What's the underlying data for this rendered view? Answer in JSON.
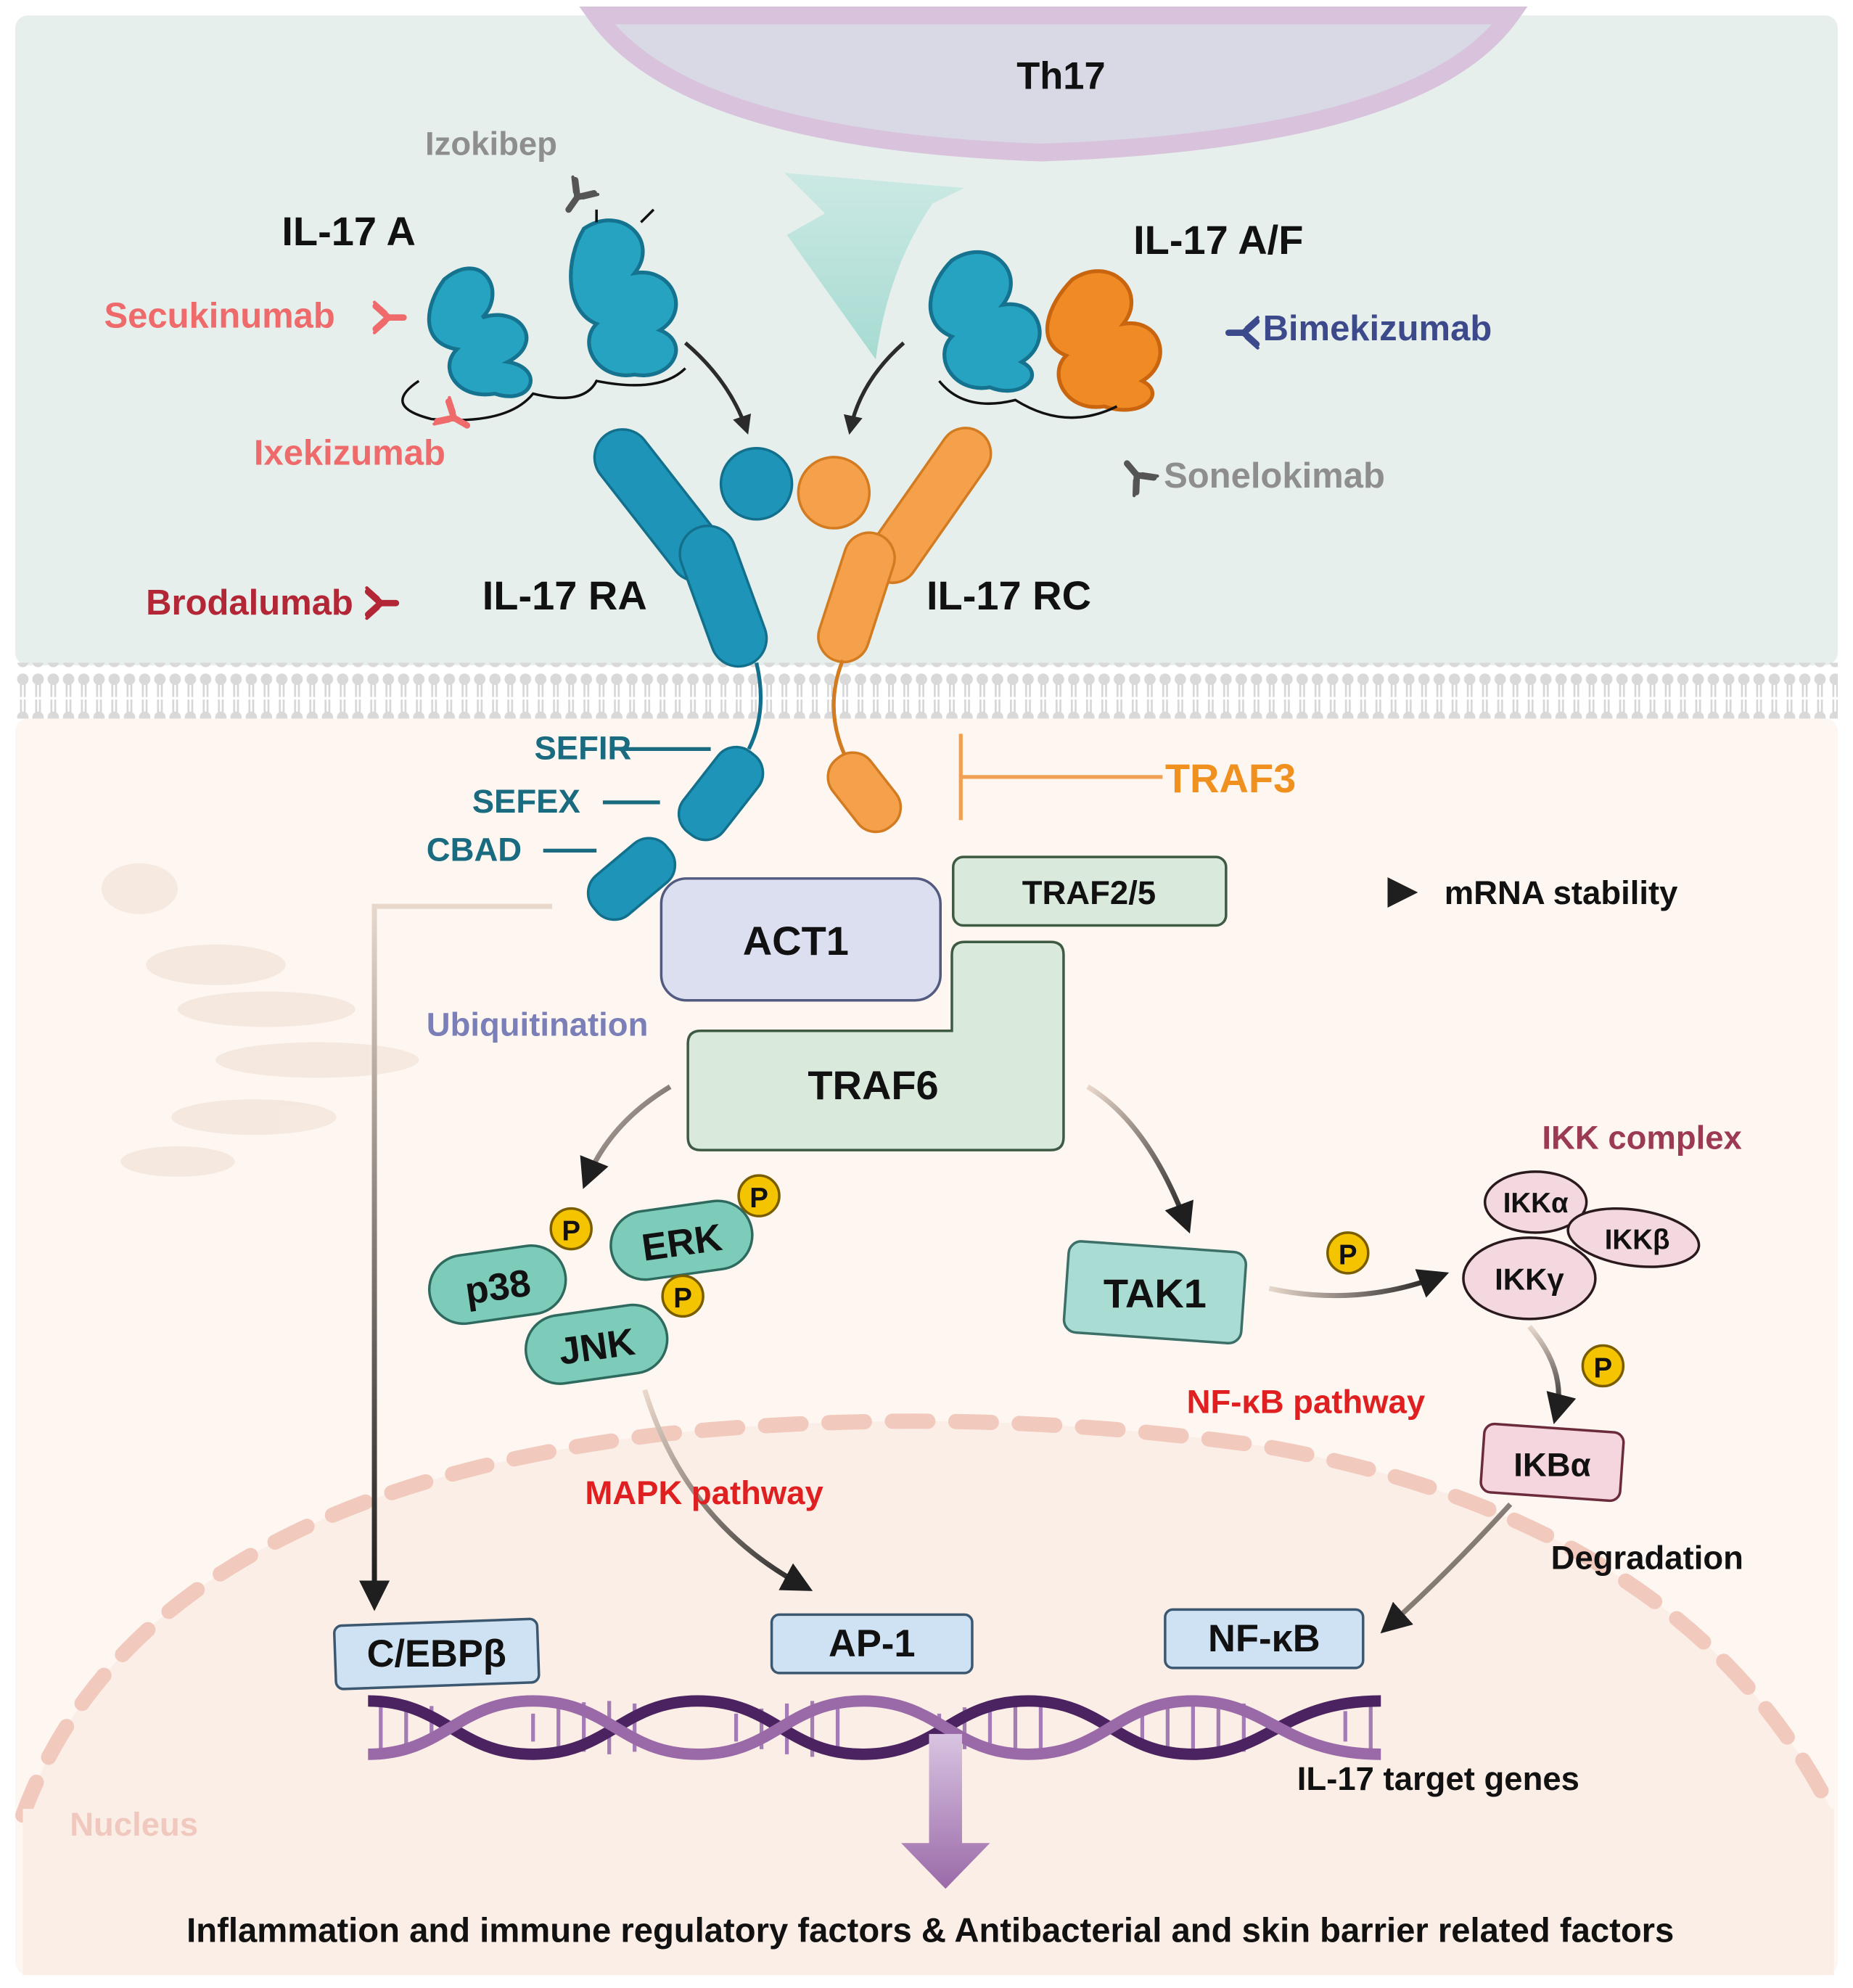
{
  "labels": {
    "th17": "Th17",
    "il17a": "IL-17 A",
    "il17af": "IL-17 A/F",
    "il17ra": "IL-17 RA",
    "il17rc": "IL-17 RC",
    "sefir": "SEFIR",
    "sefex": "SEFEX",
    "cbad": "CBAD",
    "traf3": "TRAF3",
    "traf25": "TRAF2/5",
    "mrna_stability": "mRNA stability",
    "act1": "ACT1",
    "ubiquitination": "Ubiquitination",
    "traf6": "TRAF6",
    "ikk_complex": "IKK complex",
    "ikka": "IKKα",
    "ikkb": "IKKβ",
    "ikkg": "IKKγ",
    "p38": "p38",
    "erk": "ERK",
    "jnk": "JNK",
    "tak1": "TAK1",
    "phospho": "P",
    "nfkb_pathway": "NF-κB pathway",
    "ikba": "IKBα",
    "degradation": "Degradation",
    "mapk_pathway": "MAPK pathway",
    "cebpb": "C/EBPβ",
    "ap1": "AP-1",
    "nfkb": "NF-κB",
    "target_genes": "IL-17 target genes",
    "nucleus": "Nucleus",
    "outcome": "Inflammation and immune regulatory factors & Antibacterial and skin barrier related factors"
  },
  "drugs": {
    "izokibep": "Izokibep",
    "secukinumab": "Secukinumab",
    "ixekizumab": "Ixekizumab",
    "brodalumab": "Brodalumab",
    "bimekizumab": "Bimekizumab",
    "sonelokimab": "Sonelokimab"
  },
  "colors": {
    "extracellular_bg": "#e6efec",
    "intracellular_bg": "#fdf6f1",
    "il17ra_teal": "#1e95b8",
    "il17rc_orange": "#f5a04a",
    "traf3_orange": "#f0901e",
    "drug_pink": "#ef6b6b",
    "drug_crimson": "#b32636",
    "drug_navy": "#3c4a8c",
    "drug_gray": "#8e8e8e",
    "pathway_red": "#e02020",
    "ikk_maroon": "#9c3a52",
    "dna_purple": "#6a3d82"
  },
  "icons": [
    "antibody-icon",
    "cytokine-ribbon-icon",
    "dna-helix-icon",
    "phosphate-icon"
  ]
}
